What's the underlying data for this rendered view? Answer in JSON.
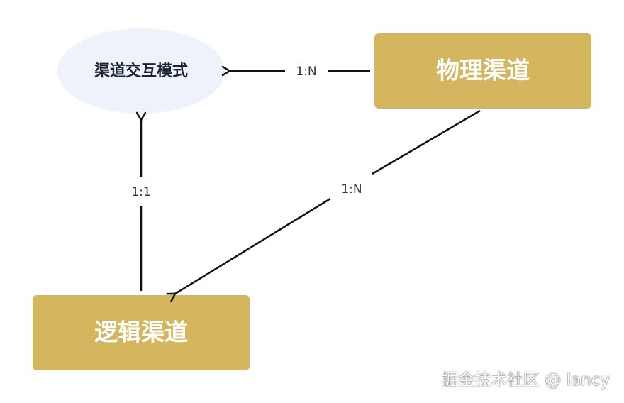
{
  "nodes": {
    "interaction_mode": {
      "label": "渠道交互模式"
    },
    "physical_channel": {
      "label": "物理渠道"
    },
    "logical_channel": {
      "label": "逻辑渠道"
    }
  },
  "edges": {
    "physical_to_mode": {
      "label": "1:N"
    },
    "physical_to_logical": {
      "label": "1:N"
    },
    "logical_to_mode": {
      "label": "1:1"
    }
  },
  "watermark": {
    "text": "掘金技术社区 @ lancy"
  },
  "colors": {
    "ellipse_fill": "#edf2fb",
    "box_fill": "#d4b65e",
    "arrow": "#111111"
  }
}
